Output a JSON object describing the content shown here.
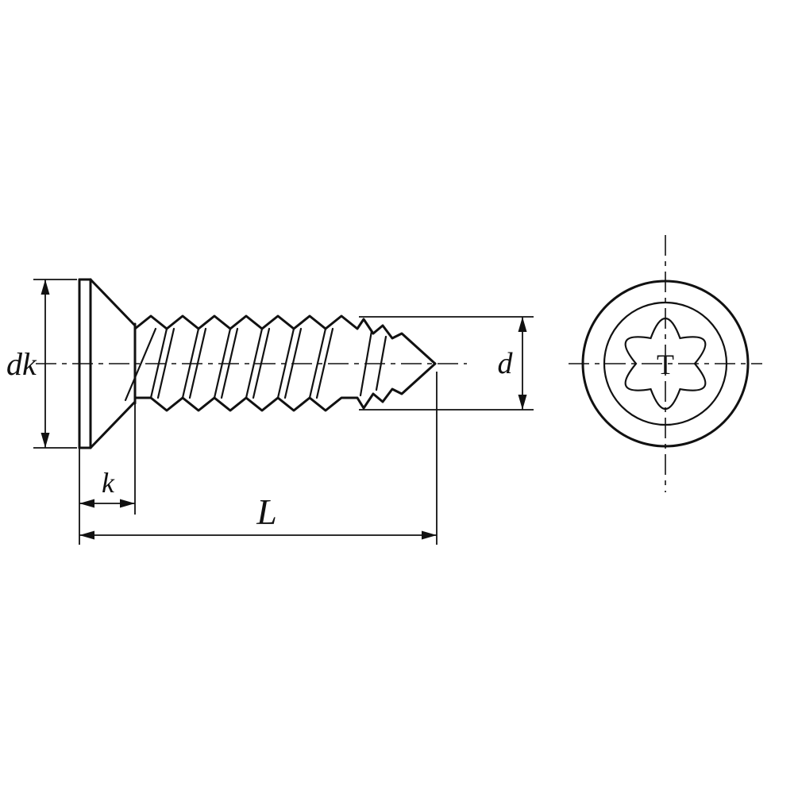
{
  "drawing": {
    "background": "#ffffff",
    "line_color": "#111111"
  },
  "labels": {
    "head_diameter": "dk",
    "head_height": "k",
    "overall_length": "L",
    "thread_diameter": "d",
    "drive_size": "T"
  }
}
